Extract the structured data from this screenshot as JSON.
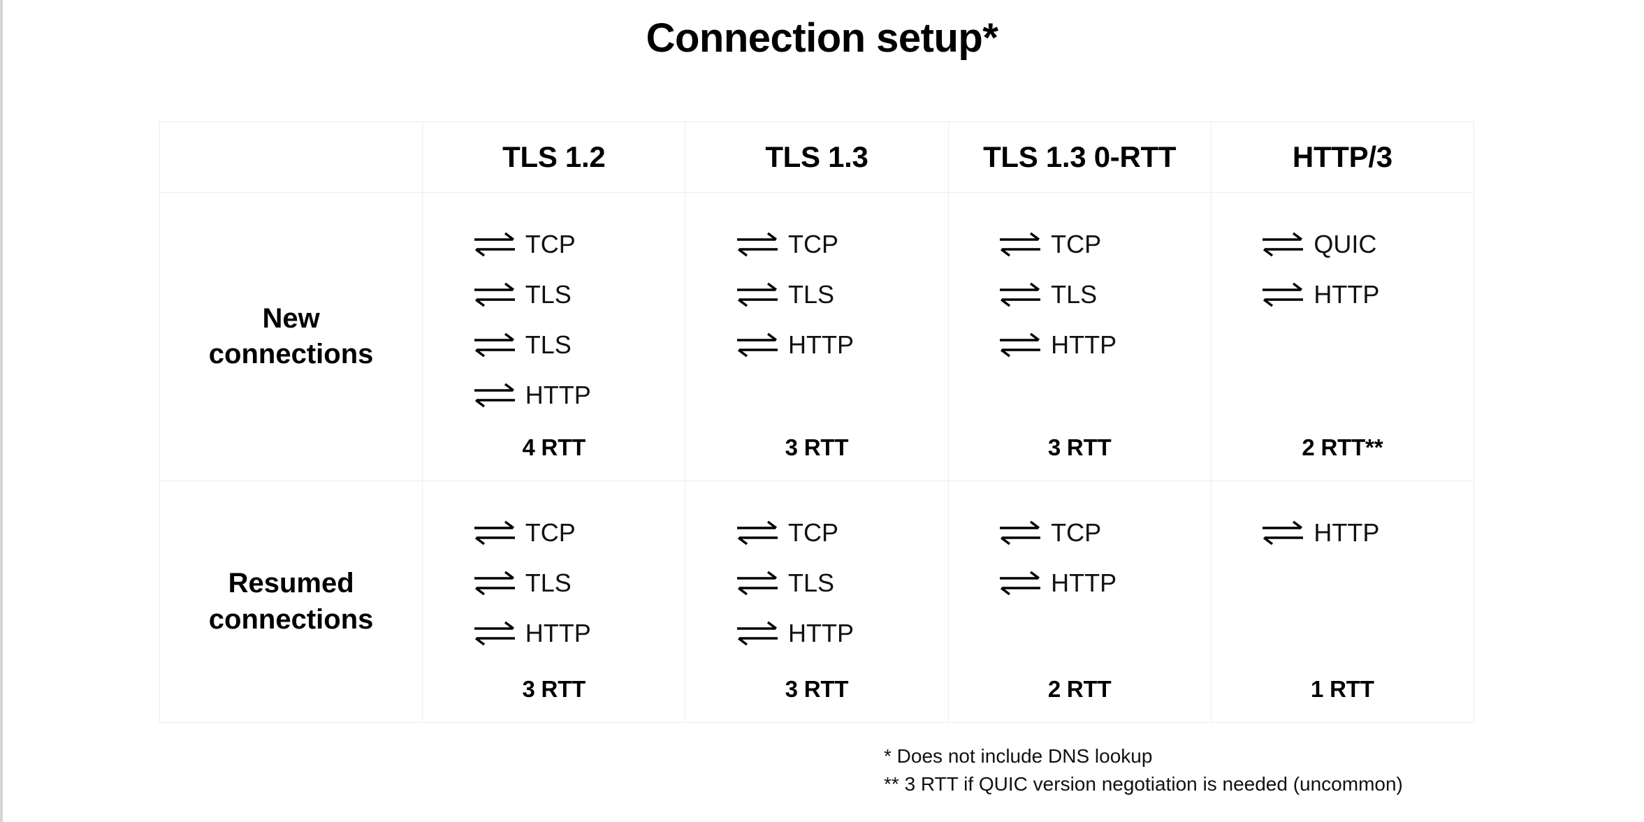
{
  "title": "Connection setup*",
  "colors": {
    "text": "#000000",
    "grid_line": "#ededee",
    "left_edge_rule": "#d2d5d9",
    "background": "#ffffff"
  },
  "icons": {
    "exchange_arrows": "bidirectional-arrows-icon"
  },
  "table": {
    "corner_label": "",
    "columns": [
      {
        "label": "TLS 1.2"
      },
      {
        "label": "TLS 1.3"
      },
      {
        "label": "TLS 1.3 0-RTT"
      },
      {
        "label": "HTTP/3"
      }
    ],
    "rows": [
      {
        "label_line1": "New",
        "label_line2": "connections",
        "cells": [
          {
            "steps": [
              "TCP",
              "TLS",
              "TLS",
              "HTTP"
            ],
            "total": "4 RTT"
          },
          {
            "steps": [
              "TCP",
              "TLS",
              "HTTP"
            ],
            "total": "3 RTT"
          },
          {
            "steps": [
              "TCP",
              "TLS",
              "HTTP"
            ],
            "total": "3 RTT"
          },
          {
            "steps": [
              "QUIC",
              "HTTP"
            ],
            "total": "2 RTT**"
          }
        ]
      },
      {
        "label_line1": "Resumed",
        "label_line2": "connections",
        "cells": [
          {
            "steps": [
              "TCP",
              "TLS",
              "HTTP"
            ],
            "total": "3 RTT"
          },
          {
            "steps": [
              "TCP",
              "TLS",
              "HTTP"
            ],
            "total": "3 RTT"
          },
          {
            "steps": [
              "TCP",
              "HTTP"
            ],
            "total": "2 RTT"
          },
          {
            "steps": [
              "HTTP"
            ],
            "total": "1 RTT"
          }
        ]
      }
    ]
  },
  "footnotes": [
    "* Does not include DNS lookup",
    "** 3 RTT if QUIC version negotiation is needed (uncommon)"
  ]
}
